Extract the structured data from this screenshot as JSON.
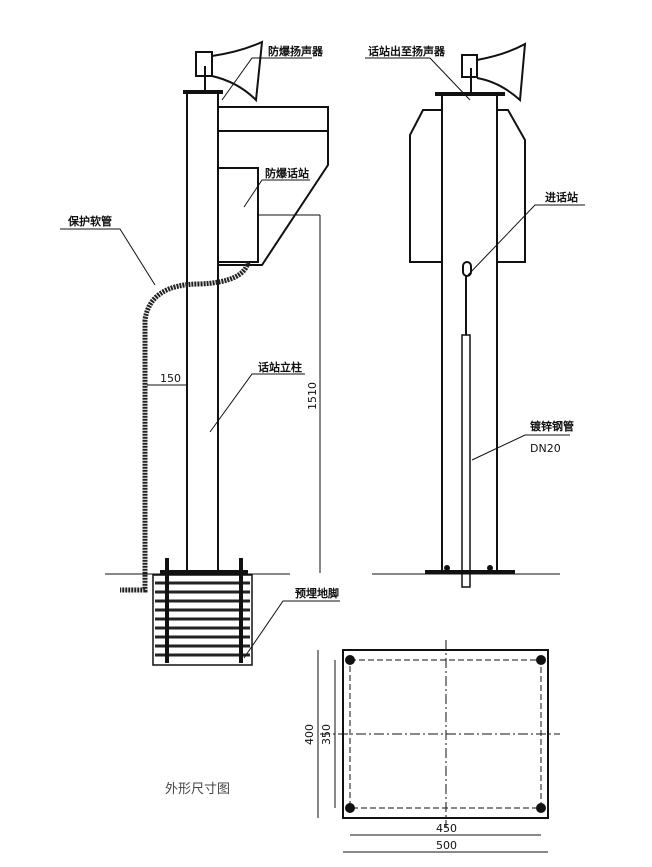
{
  "labels": {
    "speaker_left": "防爆扬声器",
    "station_to_speaker": "话站出至扬声器",
    "explosion_proof_station": "防爆话站",
    "protective_hose": "保护软管",
    "into_station": "进话站",
    "station_column": "话站立柱",
    "galvanized_pipe": "镀锌钢管",
    "pipe_size": "DN20",
    "embedded_anchor": "预埋地脚"
  },
  "dimensions": {
    "offset": "150",
    "height": "1510",
    "plan_outer_height": "400",
    "plan_inner_height": "350",
    "plan_inner_width": "450",
    "plan_outer_width": "500"
  },
  "caption": "外形尺寸图"
}
